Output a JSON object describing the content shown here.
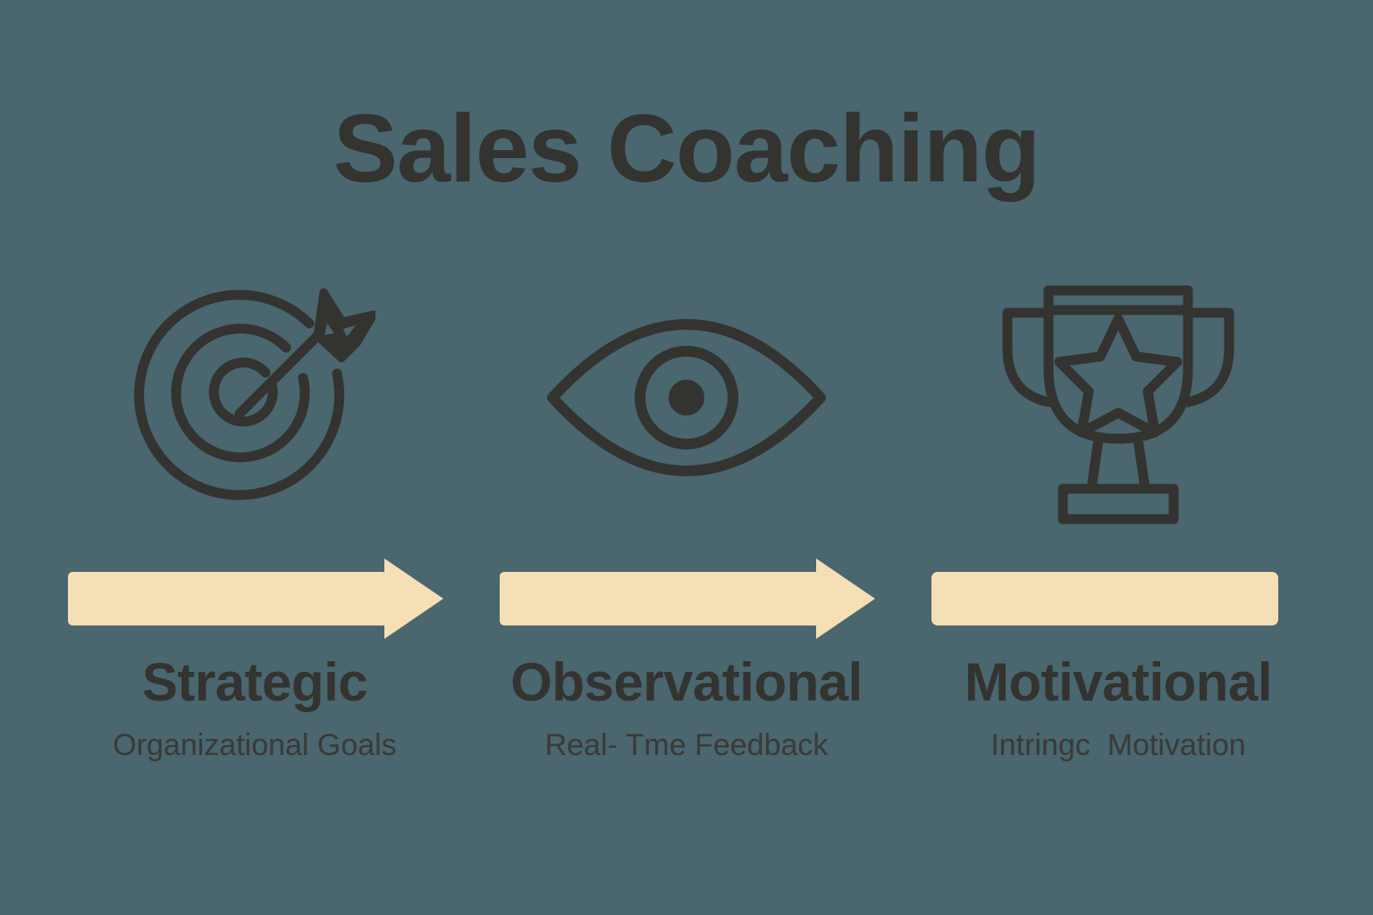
{
  "background_color": "#4a666f",
  "accent_color": "#f5dfb4",
  "ink_color": "#333330",
  "header": {
    "title": "Sales Coaching"
  },
  "steps": [
    {
      "icon": "target-bullseye-arrow-icon",
      "connector": "arrow-right",
      "title": "Strategic",
      "subtitle": "Organizational Goals"
    },
    {
      "icon": "eye-icon",
      "connector": "arrow-right",
      "title": "Observational",
      "subtitle": "Real- Tme Feedback"
    },
    {
      "icon": "trophy-star-icon",
      "connector": "bar",
      "title": "Motivational",
      "subtitle": "Intringc  Motivation"
    }
  ]
}
